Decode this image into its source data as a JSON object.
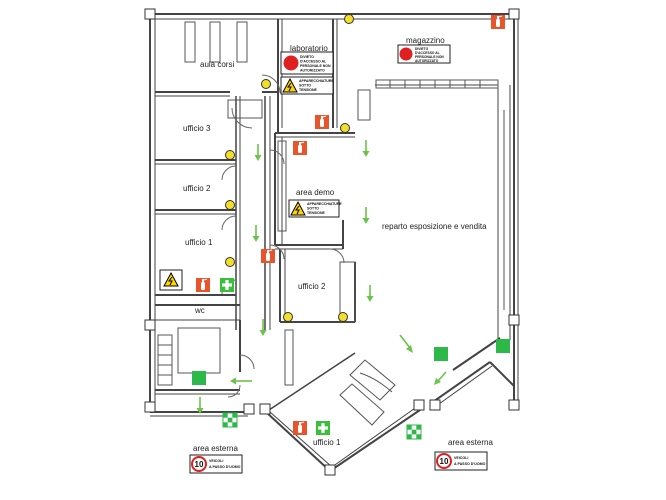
{
  "rooms": {
    "aula_corsi": "aula corsi",
    "laboratorio": "laboratorio",
    "magazzino": "magazzino",
    "ufficio3": "ufficio 3",
    "ufficio2_left": "ufficio 2",
    "ufficio1_left": "ufficio 1",
    "area_demo": "area demo",
    "reparto": "reparto esposizione e vendita",
    "ufficio2_center": "ufficio 2",
    "wc": "wc",
    "ufficio1_bottom": "ufficio 1",
    "area_esterna_left": "area esterna",
    "area_esterna_right": "area esterna"
  },
  "signs": {
    "divieto_lab": [
      "DIVIETO",
      "D'ACCESSO AL",
      "PERSONALE NON",
      "AUTORIZZATO"
    ],
    "divieto_mag": [
      "DIVIETO",
      "D'ACCESSO AL",
      "PERSONALE NON",
      "AUTORIZZATO"
    ],
    "tensione_lab": [
      "APPARECCHIATURE",
      "SOTTO",
      "TENSIONE"
    ],
    "tensione_demo": [
      "APPARECCHIATURE",
      "SOTTO",
      "TENSIONE"
    ],
    "speed_left": {
      "number": "10",
      "lines": [
        "VEICOLI",
        "A PASSO D'UOMO"
      ]
    },
    "speed_right": {
      "number": "10",
      "lines": [
        "VEICOLI",
        "A PASSO D'UOMO"
      ]
    }
  },
  "colors": {
    "wall": "#444444",
    "fire_sign": "#e8542c",
    "first_aid": "#38c038",
    "exit_arrow": "#6cc34a",
    "hydrant": "#f3df2a",
    "danger_yellow": "#ffd400",
    "prohibition_red": "#e02020"
  },
  "icons": {
    "fire_extinguisher": "fire-extinguisher-icon",
    "first_aid": "first-aid-icon",
    "emergency_exit": "emergency-exit-icon",
    "hydrant": "hydrant-icon",
    "electrical_danger": "electrical-danger-icon",
    "no_entry": "no-entry-icon",
    "speed_limit": "speed-limit-icon"
  }
}
